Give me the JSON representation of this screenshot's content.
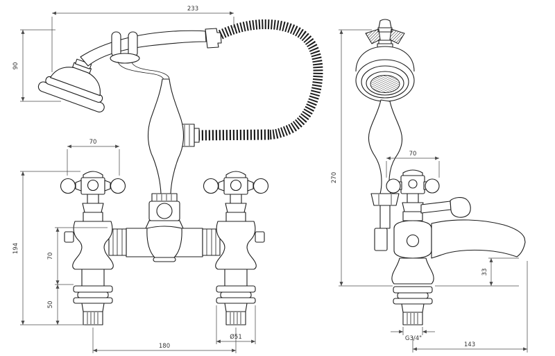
{
  "page": {
    "background": "#ffffff",
    "line_color": "#1c1c1c",
    "dimension_color": "#4a4a4a"
  },
  "front_view": {
    "dims": {
      "hose_reach": "233",
      "handset_height": "90",
      "handle_width": "70",
      "overall_height": "194",
      "body_height": "70",
      "shank_height": "50",
      "inlet_centres": "180",
      "flange_diameter": "Ø51"
    }
  },
  "side_view": {
    "dims": {
      "overall_height": "270",
      "handle_width": "70",
      "spout_clearance": "33",
      "inlet_thread": "G3/4\"",
      "overall_depth": "143"
    }
  }
}
